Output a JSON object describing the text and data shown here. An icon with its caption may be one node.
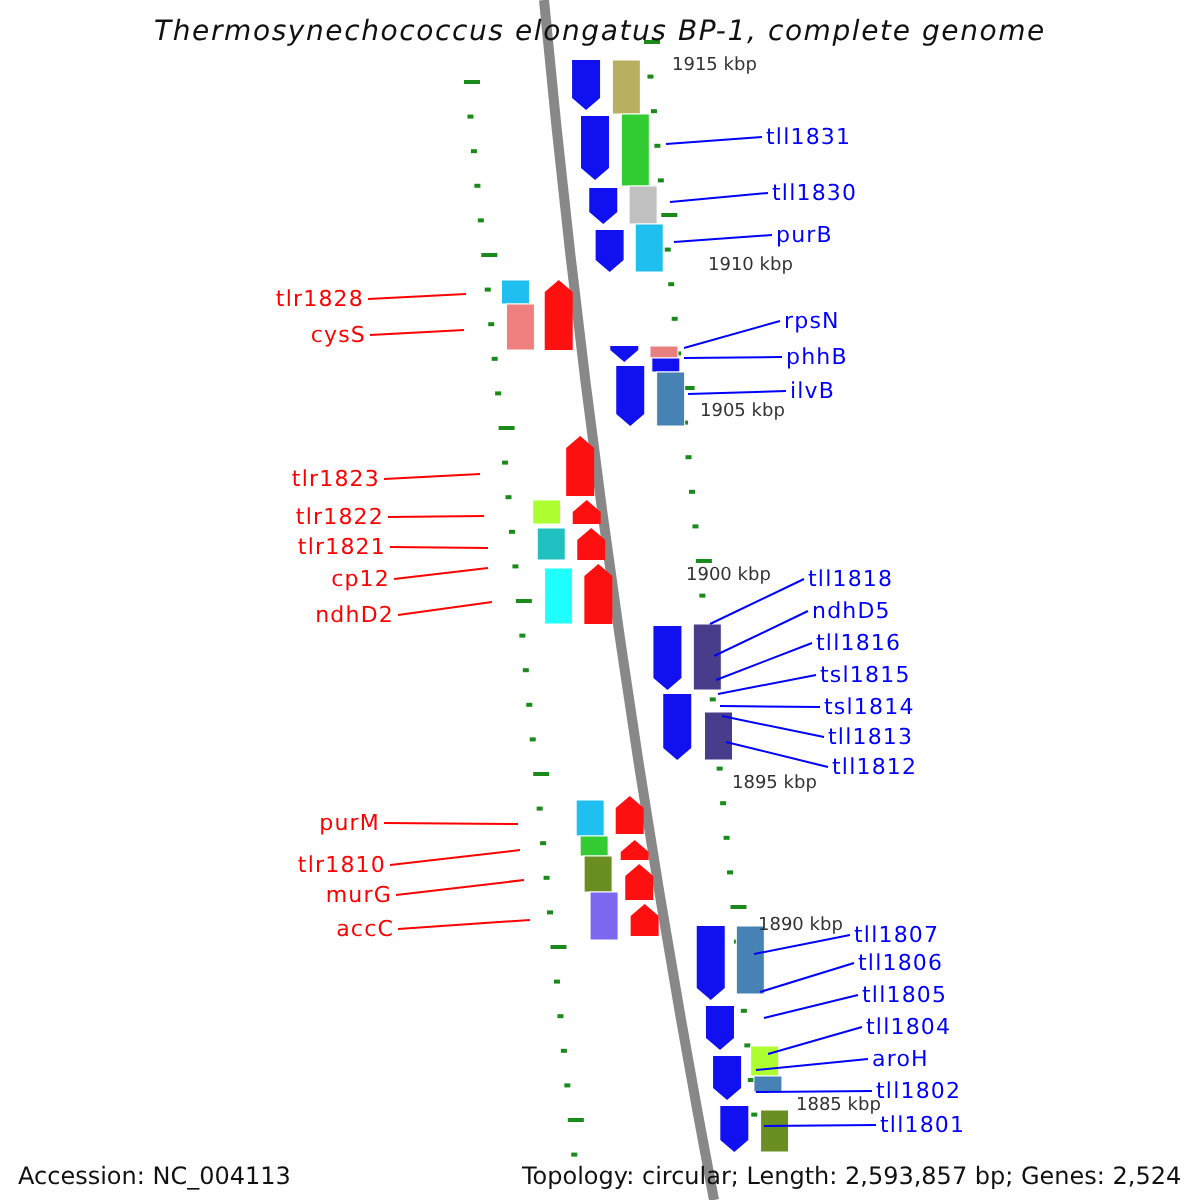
{
  "diagram": {
    "title": "Thermosynechococcus elongatus BP-1, complete genome",
    "nodes": [
      {
        "text": [
          "tll1831"
        ]
      },
      {
        "text": [
          "tll1830"
        ]
      },
      {
        "text": [
          "purB"
        ]
      },
      {
        "text": [
          "tlr1828"
        ]
      },
      {
        "text": [
          "rpsN"
        ]
      },
      {
        "text": [
          "cysS"
        ]
      },
      {
        "text": [
          "phhB"
        ]
      },
      {
        "text": [
          "ilvB"
        ]
      },
      {
        "text": [
          "tlr1823"
        ]
      },
      {
        "text": [
          "tlr1822"
        ]
      },
      {
        "text": [
          "tlr1821"
        ]
      },
      {
        "text": [
          "tll1818"
        ]
      },
      {
        "text": [
          "cp12"
        ]
      },
      {
        "text": [
          "ndhD5"
        ]
      },
      {
        "text": [
          "ndhD2"
        ]
      },
      {
        "text": [
          "tll1816"
        ]
      },
      {
        "text": [
          "tsl1815"
        ]
      },
      {
        "text": [
          "tsl1814"
        ]
      },
      {
        "text": [
          "tll1813"
        ]
      },
      {
        "text": [
          "tll1812"
        ]
      },
      {
        "text": [
          "purM"
        ]
      },
      {
        "text": [
          "tlr1810"
        ]
      },
      {
        "text": [
          "murG"
        ]
      },
      {
        "text": [
          "accC"
        ]
      },
      {
        "text": [
          "tll1807"
        ]
      },
      {
        "text": [
          "tll1806"
        ]
      },
      {
        "text": [
          "tll1805"
        ]
      },
      {
        "text": [
          "tll1804"
        ]
      },
      {
        "text": [
          "aroH"
        ]
      },
      {
        "text": [
          "tll1802"
        ]
      },
      {
        "text": [
          "tll1801"
        ]
      }
    ],
    "edges": [
      {
        "from": 0,
        "to": null,
        "arrow": "none"
      },
      {
        "from": 1,
        "to": null,
        "arrow": "none"
      },
      {
        "from": 2,
        "to": null,
        "arrow": "none"
      },
      {
        "from": 3,
        "to": null,
        "arrow": "none",
        "color": "#ff0000"
      },
      {
        "from": 4,
        "to": null,
        "arrow": "none"
      },
      {
        "from": 5,
        "to": null,
        "arrow": "none",
        "color": "#ff0000"
      },
      {
        "from": 6,
        "to": null,
        "arrow": "none"
      },
      {
        "from": 7,
        "to": null,
        "arrow": "none"
      },
      {
        "from": 8,
        "to": null,
        "arrow": "none",
        "color": "#ff0000"
      },
      {
        "from": 9,
        "to": null,
        "arrow": "none",
        "color": "#ff0000"
      },
      {
        "from": 10,
        "to": null,
        "arrow": "none",
        "color": "#ff0000"
      },
      {
        "from": 11,
        "to": null,
        "arrow": "none"
      },
      {
        "from": 12,
        "to": null,
        "arrow": "none",
        "color": "#ff0000"
      },
      {
        "from": 13,
        "to": null,
        "arrow": "none"
      },
      {
        "from": 14,
        "to": null,
        "arrow": "none",
        "color": "#ff0000"
      },
      {
        "from": 15,
        "to": null,
        "arrow": "none"
      },
      {
        "from": 16,
        "to": null,
        "arrow": "none"
      },
      {
        "from": 17,
        "to": null,
        "arrow": "none"
      },
      {
        "from": 18,
        "to": null,
        "arrow": "none"
      },
      {
        "from": 19,
        "to": null,
        "arrow": "none"
      },
      {
        "from": 20,
        "to": null,
        "arrow": "none",
        "color": "#ff0000"
      },
      {
        "from": 21,
        "to": null,
        "arrow": "none",
        "color": "#ff0000"
      },
      {
        "from": 22,
        "to": null,
        "arrow": "none",
        "color": "#ff0000"
      },
      {
        "from": 23,
        "to": null,
        "arrow": "none",
        "color": "#ff0000"
      },
      {
        "from": 24,
        "to": null,
        "arrow": "none"
      },
      {
        "from": 25,
        "to": null,
        "arrow": "none"
      },
      {
        "from": 26,
        "to": null,
        "arrow": "none"
      },
      {
        "from": 27,
        "to": null,
        "arrow": "none"
      },
      {
        "from": 28,
        "to": null,
        "arrow": "none"
      },
      {
        "from": 29,
        "to": null,
        "arrow": "none"
      },
      {
        "from": 30,
        "to": null,
        "arrow": "none"
      }
    ],
    "labels": [
      "1915 kbp",
      "1910 kbp",
      "1905 kbp",
      "1900 kbp",
      "1895 kbp",
      "1890 kbp",
      "1885 kbp",
      "Accession: NC_004113",
      "Topology: circular; Length: 2,593,857 bp; Genes: 2,524"
    ]
  }
}
